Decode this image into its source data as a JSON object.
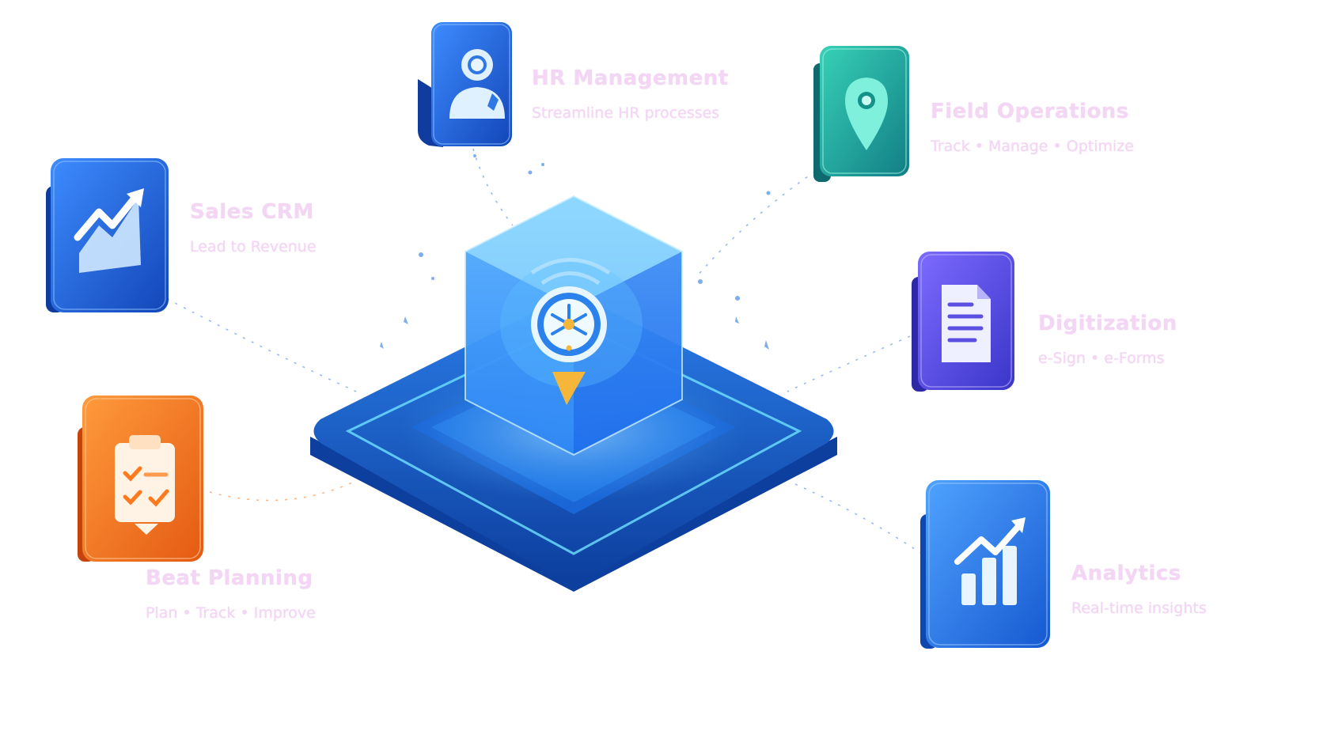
{
  "modules": [
    {
      "key": "hr",
      "title": "HR Management",
      "subtitle": "Streamline HR processes",
      "icon": "user-icon",
      "color": "#1e5fd6"
    },
    {
      "key": "field",
      "title": "Field Operations",
      "subtitle": "Track • Manage • Optimize",
      "icon": "location-pin-icon",
      "color": "#1fa99a"
    },
    {
      "key": "sales",
      "title": "Sales CRM",
      "subtitle": "Lead to Revenue",
      "icon": "trend-chart-icon",
      "color": "#1f6be0"
    },
    {
      "key": "digit",
      "title": "Digitization",
      "subtitle": "e-Sign • e-Forms",
      "icon": "document-icon",
      "color": "#5b4be0"
    },
    {
      "key": "beat",
      "title": "Beat Planning",
      "subtitle": "Plan • Track • Improve",
      "icon": "clipboard-check-icon",
      "color": "#f07a1f"
    },
    {
      "key": "analytics",
      "title": "Analytics",
      "subtitle": "Real-time insights",
      "icon": "bar-chart-icon",
      "color": "#1f7ae0"
    }
  ],
  "hub": {
    "icon": "hub-logo-icon",
    "accent": "#f5b63a",
    "glow": "#3fb4ff"
  }
}
